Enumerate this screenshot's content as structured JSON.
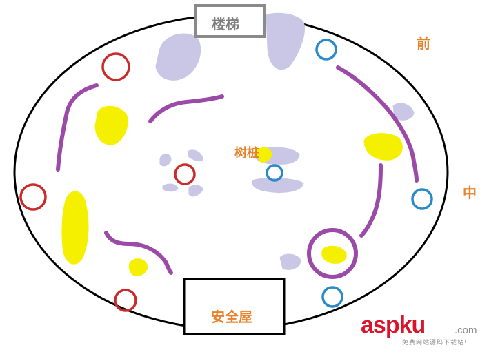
{
  "map": {
    "labels": {
      "stairs": "楼梯",
      "tree_stump": "树桩",
      "safe_house": "安全屋",
      "front": "前",
      "middle": "中"
    },
    "watermark": {
      "brand": "aspku",
      "domain": ".com",
      "tagline": "免费网站源码下载站!"
    },
    "colors": {
      "outline": "#000000",
      "cover_blob": "#c9c6e6",
      "purple_path": "#9b4aa8",
      "yellow_zone": "#f5f000",
      "red_ring": "#cc2a2a",
      "blue_ring": "#2a8ac8",
      "label_orange": "#e8822a",
      "label_gray": "#7f7f7f",
      "watermark_red": "#d9142b"
    },
    "legend_icons": [
      "red-ring-icon",
      "blue-ring-icon",
      "cover-blob-icon",
      "yellow-zone-icon",
      "purple-path-icon"
    ]
  }
}
